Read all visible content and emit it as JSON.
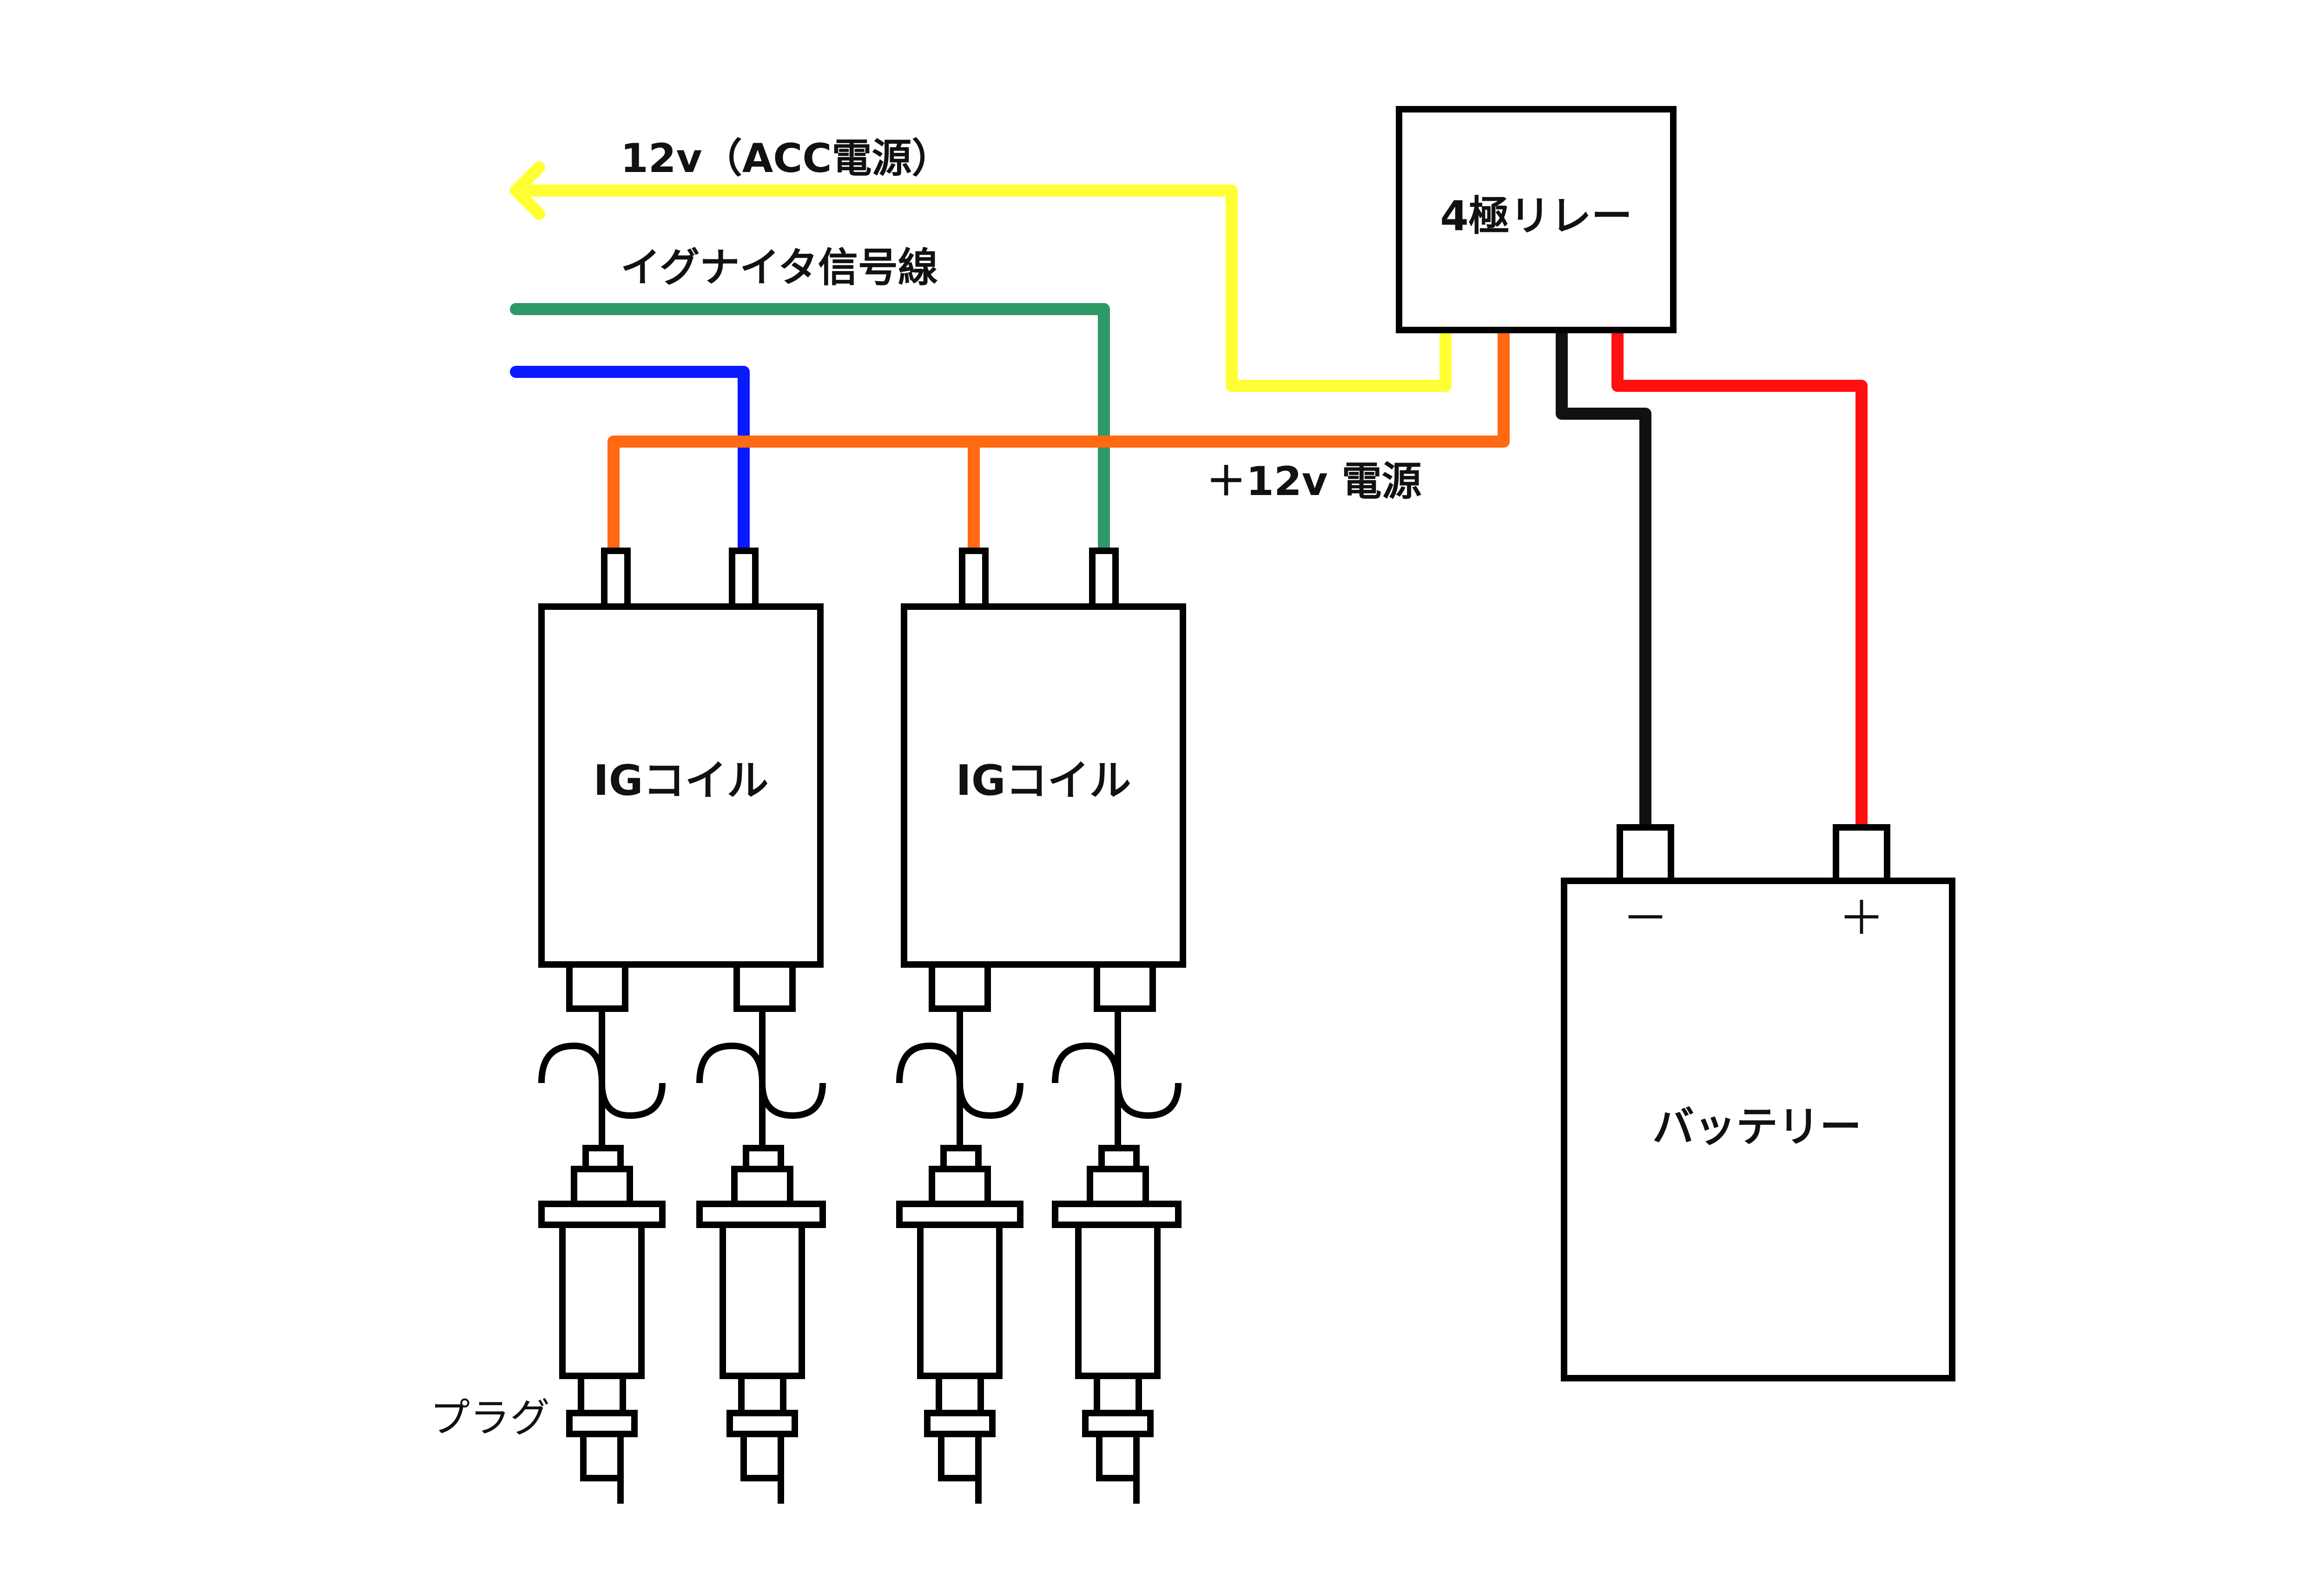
{
  "labels": {
    "acc": "12v（ACC電源）",
    "igniter": "イグナイタ信号線",
    "power": "＋12v 電源",
    "relay": "4極リレー",
    "coil_1": "IGコイル",
    "coil_2": "IGコイル",
    "battery": "バッテリー",
    "minus": "－",
    "plus": "＋",
    "plug": "プラグ"
  },
  "colors": {
    "acc_wire": "#ffff33",
    "igniter_wire": "#2e9966",
    "signal_wire": "#0a1aff",
    "power_wire": "#ff6a12",
    "ground_wire": "#111111",
    "battery_wire": "#ff1010",
    "outline": "#000000",
    "background": "#ffffff"
  }
}
